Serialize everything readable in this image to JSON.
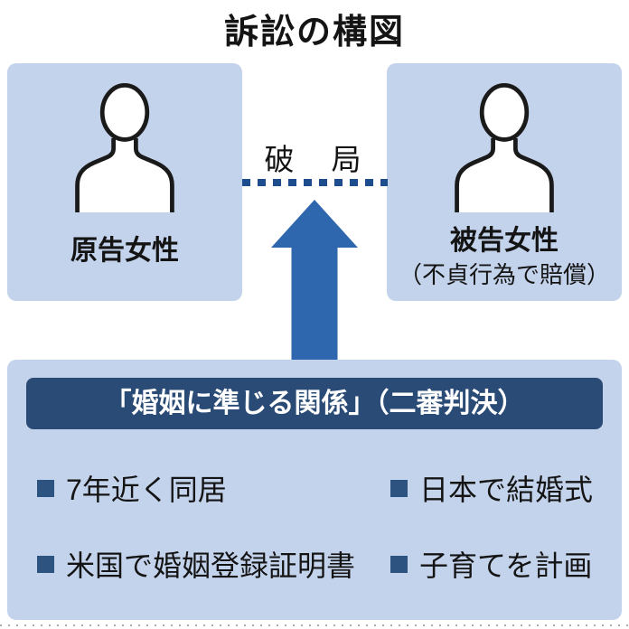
{
  "title": "訴訟の構図",
  "parties": {
    "plaintiff": {
      "label": "原告女性"
    },
    "defendant": {
      "label": "被告女性",
      "note": "（不貞行為で賠償）"
    }
  },
  "relationship": {
    "status": "破　局"
  },
  "ruling": {
    "headline": "「婚姻に準じる関係」（二審判決）",
    "facts": [
      "7年近く同居",
      "日本で結婚式",
      "米国で婚姻登録証明書",
      "子育てを計画"
    ]
  },
  "colors": {
    "panel_bg": "#c4d3ec",
    "headline_bg": "#2a4b76",
    "headline_text": "#ffffff",
    "arrow": "#2f67ae",
    "dashed_line": "#1d4d8c",
    "bullet_square": "#2d5380",
    "text": "#141414",
    "bottom_dots": "#ababab"
  }
}
